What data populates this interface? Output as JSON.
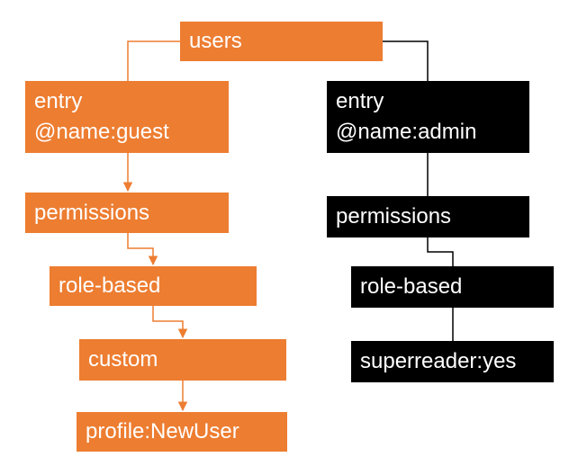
{
  "colors": {
    "guest_branch": "#ED7D31",
    "admin_branch": "#000000",
    "text": "#FFFFFF",
    "background": "#FFFFFF"
  },
  "nodes": {
    "users": {
      "label": "users"
    },
    "guest_entry": {
      "line1": "entry",
      "line2": "@name:guest"
    },
    "guest_permissions": {
      "label": "permissions"
    },
    "guest_role_based": {
      "label": "role-based"
    },
    "guest_custom": {
      "label": "custom"
    },
    "guest_profile": {
      "label": "profile:NewUser"
    },
    "admin_entry": {
      "line1": "entry",
      "line2": "@name:admin"
    },
    "admin_permissions": {
      "label": "permissions"
    },
    "admin_role_based": {
      "label": "role-based"
    },
    "admin_superreader": {
      "label": "superreader:yes"
    }
  }
}
